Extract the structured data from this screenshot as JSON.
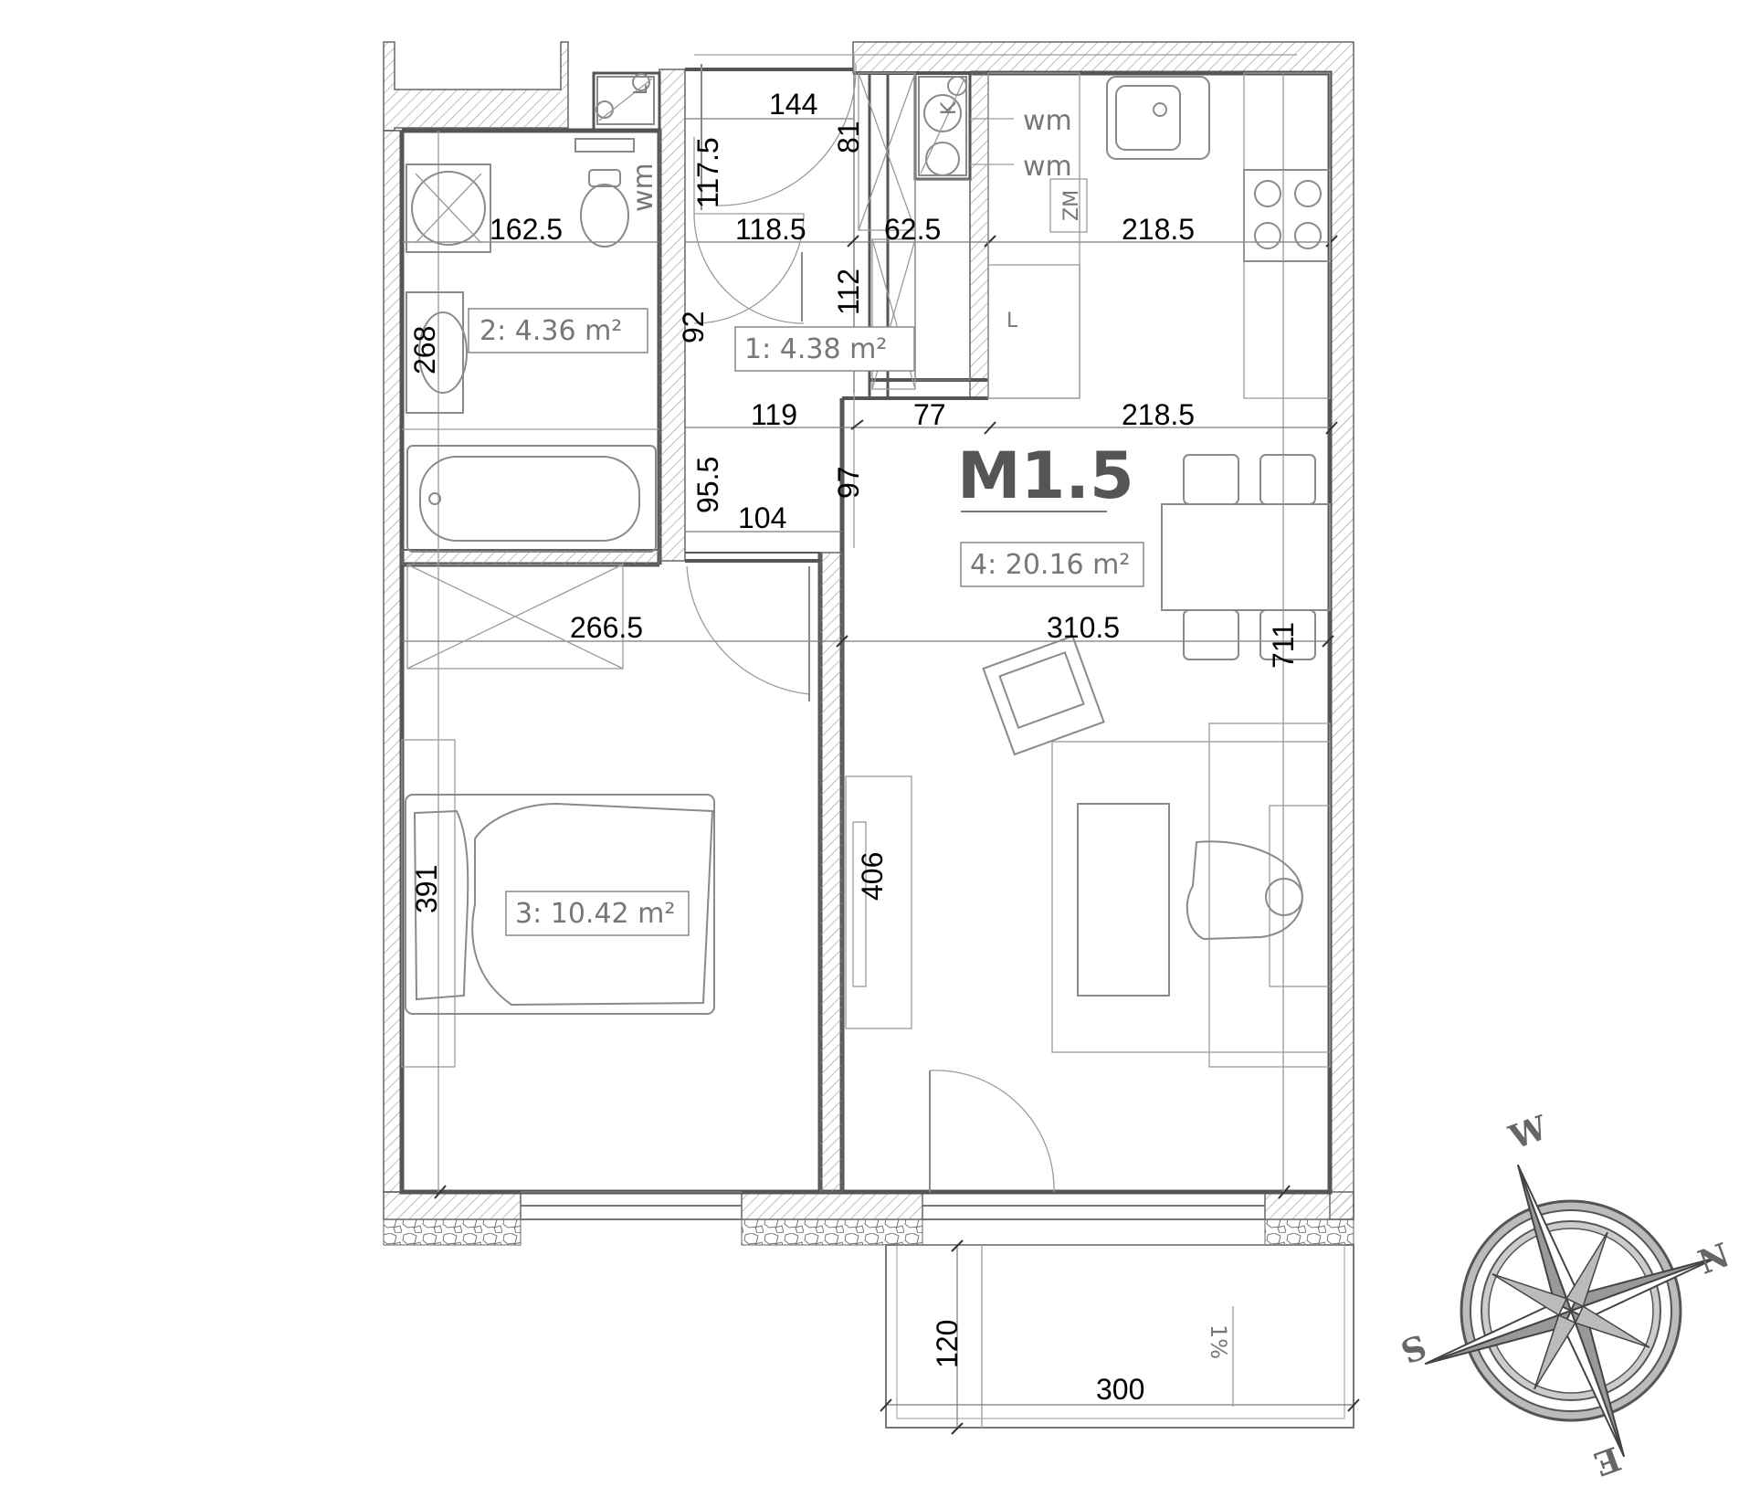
{
  "plan": {
    "unit_label": "M1.5",
    "rooms": [
      {
        "id": 1,
        "label": "1: 4.38 m²"
      },
      {
        "id": 2,
        "label": "2: 4.36 m²"
      },
      {
        "id": 3,
        "label": "3: 10.42 m²"
      },
      {
        "id": 4,
        "label": "4: 20.16 m²"
      }
    ],
    "dimensions": {
      "d144": "144",
      "d81": "81",
      "d117_5": "117.5",
      "d162_5": "162.5",
      "d118_5": "118.5",
      "d62_5": "62.5",
      "d218_5_top": "218.5",
      "d112": "112",
      "d92": "92",
      "d268": "268",
      "d119": "119",
      "d77": "77",
      "d218_5_mid": "218.5",
      "d95_5": "95.5",
      "d97": "97",
      "d104": "104",
      "d266_5": "266.5",
      "d310_5": "310.5",
      "d711": "711",
      "d391": "391",
      "d406": "406",
      "d120": "120",
      "d300": "300"
    },
    "annotations": {
      "wm_bath": "wm",
      "wm_1": "wm",
      "wm_2": "wm",
      "zm": "ZM",
      "l_kitchen": "L",
      "l_shaft": "L",
      "k_shaft": "K",
      "slope": "1%"
    },
    "compass": {
      "w": "W",
      "n": "N",
      "e": "E",
      "s": "S"
    }
  },
  "colors": {
    "wall": "#555555",
    "line": "#9a9a9a",
    "text": "#000000"
  }
}
